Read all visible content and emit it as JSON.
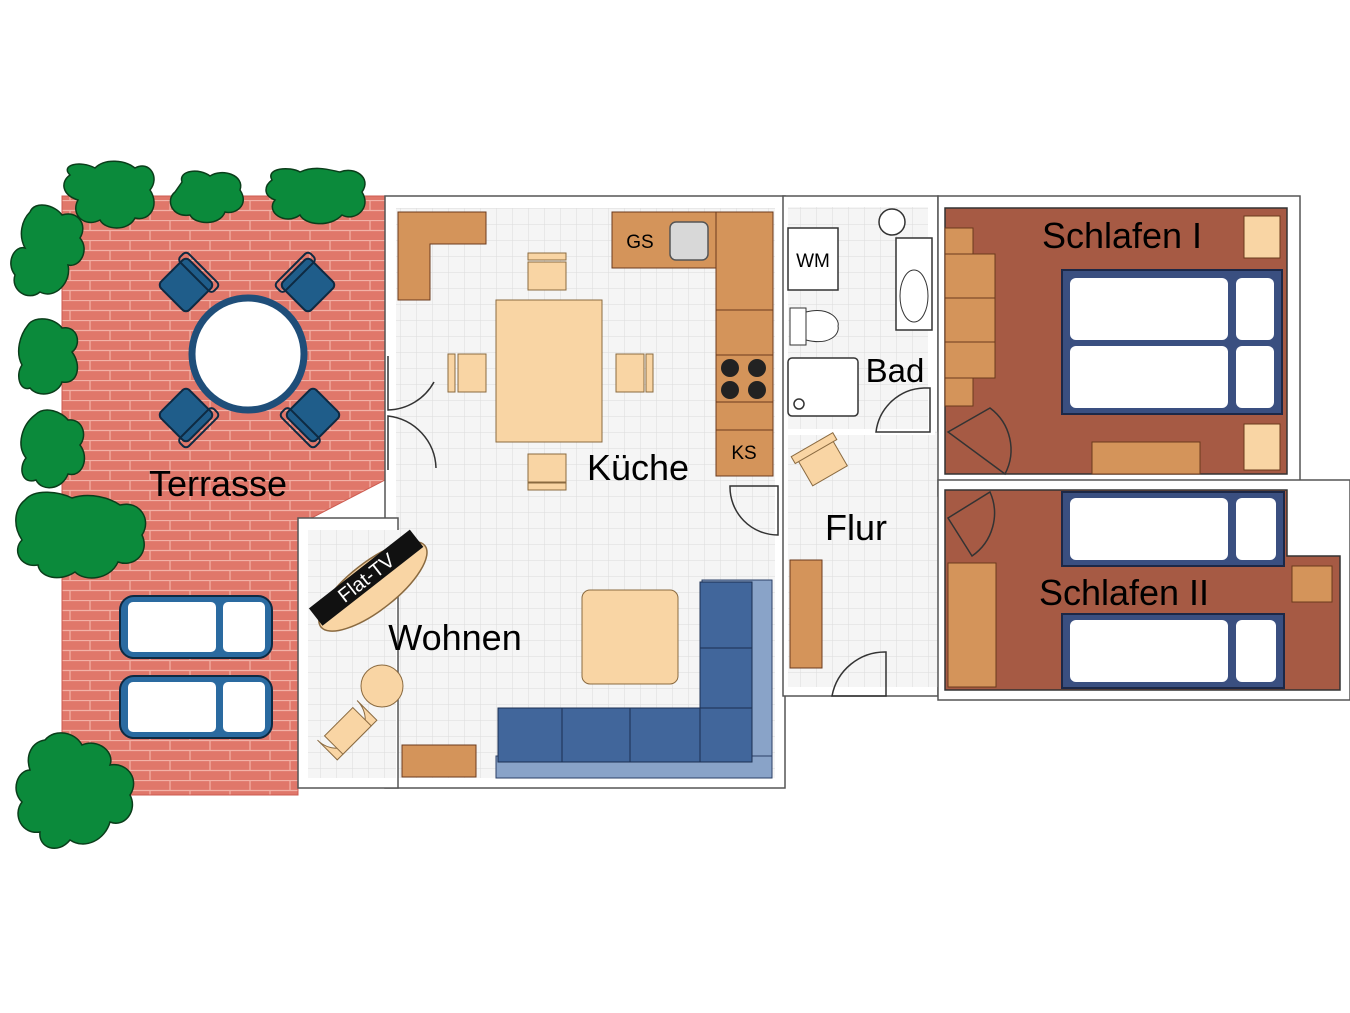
{
  "rooms": {
    "terrasse": "Terrasse",
    "kueche": "Küche",
    "wohnen": "Wohnen",
    "bad": "Bad",
    "flur": "Flur",
    "schlafen1": "Schlafen I",
    "schlafen2": "Schlafen II"
  },
  "appliances": {
    "gs": "GS",
    "ks": "KS",
    "wm": "WM",
    "tv": "Flat-TV"
  },
  "colors": {
    "brick": "#e0776a",
    "plant": "#0b8a3b",
    "wood": "#d4945a",
    "light_wood": "#f9d5a4",
    "sofa": "#41669b",
    "sofa_light": "#89a3c8",
    "bedroom_floor": "#a65a44",
    "bed_frame": "#3a4f80",
    "floor_tile": "#f4f4f4",
    "wall": "#ffffff",
    "outline": "#333333"
  }
}
